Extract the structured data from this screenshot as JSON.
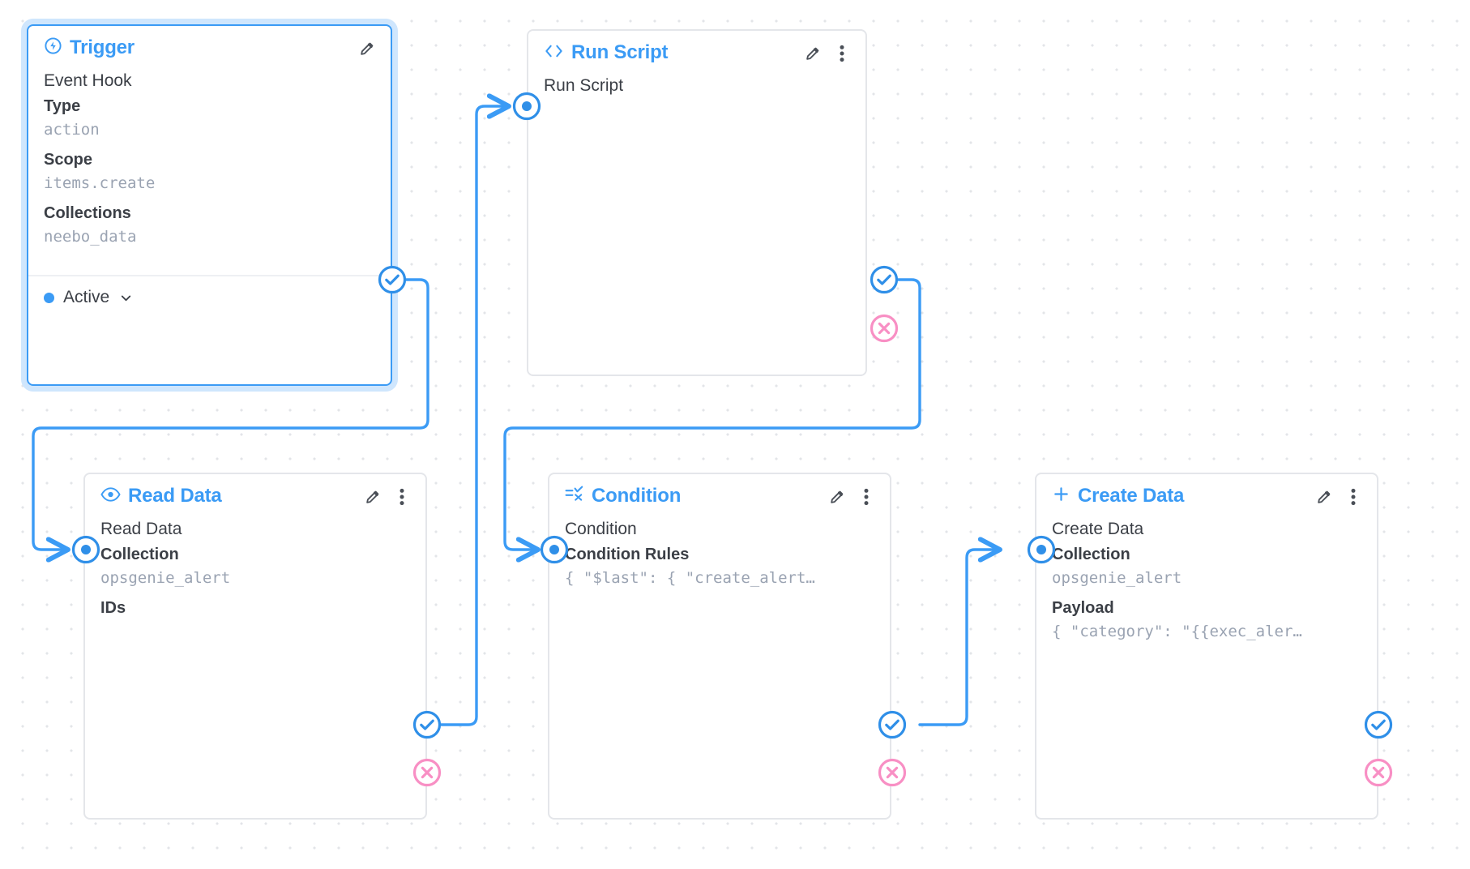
{
  "canvas": {
    "accent_blue": "#3b9bf5",
    "accent_pink": "#f88fc4",
    "grid_dot_color": "#e3e5e8",
    "panel_border": "#e4e6ea",
    "value_text_color": "#9aa3b2",
    "label_text_color": "#3b3f46"
  },
  "nodes": [
    {
      "id": "trigger",
      "title": "Trigger",
      "icon": "bolt-circle-icon",
      "selected": true,
      "has_menu": false,
      "row_name": "Event Hook",
      "fields": [
        {
          "label": "Type",
          "value": "action"
        },
        {
          "label": "Scope",
          "value": "items.create"
        },
        {
          "label": "Collections",
          "value": "neebo_data"
        }
      ],
      "status": {
        "label": "Active",
        "dot_color": "#3b9bf5",
        "chevron": "chevron-down-icon"
      }
    },
    {
      "id": "run-script",
      "title": "Run Script",
      "icon": "code-brackets-icon",
      "selected": false,
      "has_menu": true,
      "row_name": "Run Script",
      "fields": []
    },
    {
      "id": "read-data",
      "title": "Read Data",
      "icon": "eye-icon",
      "selected": false,
      "has_menu": true,
      "row_name": "Read Data",
      "fields": [
        {
          "label": "Collection",
          "value": "opsgenie_alert"
        },
        {
          "label": "IDs",
          "value": ""
        }
      ]
    },
    {
      "id": "condition",
      "title": "Condition",
      "icon": "filter-check-x-icon",
      "selected": false,
      "has_menu": true,
      "row_name": "Condition",
      "fields": [
        {
          "label": "Condition Rules",
          "value": "{ \"$last\": { \"create_alert…"
        }
      ]
    },
    {
      "id": "create-data",
      "title": "Create Data",
      "icon": "plus-icon",
      "selected": false,
      "has_menu": true,
      "row_name": "Create Data",
      "fields": [
        {
          "label": "Collection",
          "value": "opsgenie_alert"
        },
        {
          "label": "Payload",
          "value": "{ \"category\": \"{{exec_aler…"
        }
      ]
    }
  ],
  "handles": {
    "success_label": "success-handle",
    "reject_label": "reject-handle",
    "input_label": "input-handle"
  }
}
